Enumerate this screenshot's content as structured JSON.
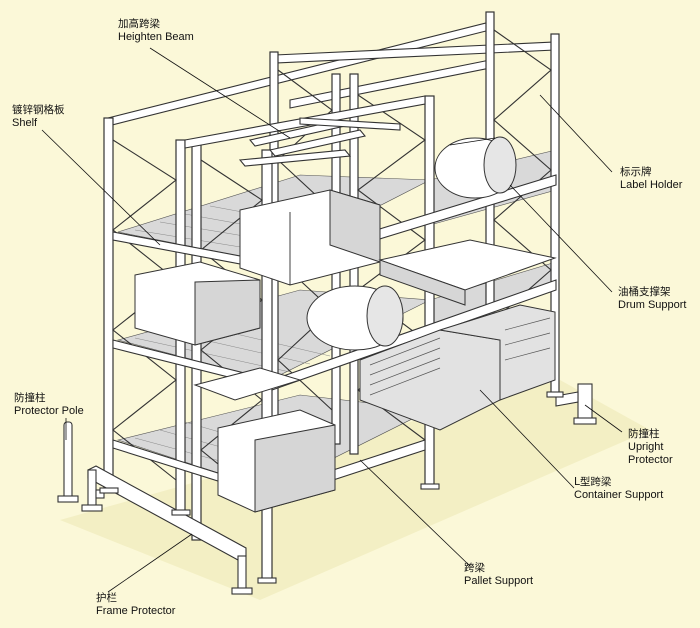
{
  "labels": {
    "heighten_beam": {
      "zh": "加高跨梁",
      "en": "Heighten Beam"
    },
    "shelf": {
      "zh": "镀锌钢格板",
      "en": "Shelf"
    },
    "label_holder": {
      "zh": "标示牌",
      "en": "Label Holder"
    },
    "drum_support": {
      "zh": "油桶支撑架",
      "en": "Drum Support"
    },
    "protector_pole": {
      "zh": "防撞柱",
      "en": "Protector Pole"
    },
    "upright_protector": {
      "zh": "防撞柱",
      "en1": "Upright",
      "en2": "Protector"
    },
    "container_support": {
      "zh": "L型跨梁",
      "en": "Container Support"
    },
    "pallet_support": {
      "zh": "跨梁",
      "en": "Pallet Support"
    },
    "frame_protector": {
      "zh": "护栏",
      "en": "Frame Protector"
    }
  }
}
